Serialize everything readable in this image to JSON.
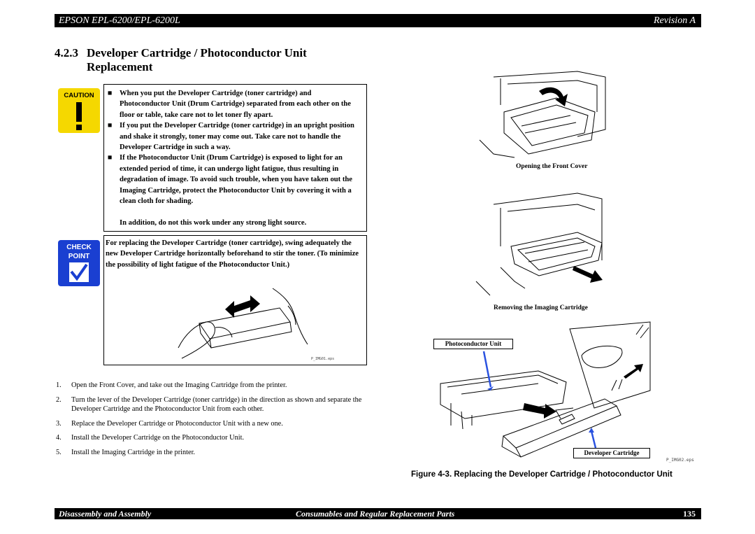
{
  "header": {
    "left": "EPSON EPL-6200/EPL-6200L",
    "right": "Revision A"
  },
  "section": {
    "number": "4.2.3",
    "title_line1": "Developer Cartridge / Photoconductor Unit",
    "title_line2": "Replacement"
  },
  "caution": {
    "icon_label": "CAUTION",
    "bullet": "■",
    "items": [
      "When you put the Developer Cartridge (toner cartridge) and Photoconductor Unit (Drum Cartridge) separated from each other on the floor or table, take care not to let toner fly apart.",
      "If you put the Developer Cartridge (toner cartridge) in an upright position and shake it strongly, toner may come out. Take care not to handle the Developer Cartridge in such a way.",
      "If the Photoconductor Unit (Drum Cartridge) is exposed to light for an extended period of time, it can undergo light fatigue, thus resulting in degradation of image. To avoid such trouble, when you have taken out the Imaging Cartridge, protect the Photoconductor Unit by covering it with a clean cloth for shading."
    ],
    "extra": "In addition, do not this work under any strong light source."
  },
  "check_point": {
    "icon_line1": "CHECK",
    "icon_line2": "POINT",
    "text": "For replacing the Developer Cartridge (toner cartridge), swing adequately the new Developer Cartridge horizontally beforehand to stir the toner. (To minimize the possibility of light fatigue of the Photoconductor Unit.)",
    "illus_file": "P_IMG01.eps"
  },
  "steps": [
    {
      "num": "1.",
      "text": "Open the Front Cover, and take out the Imaging Cartridge from the printer."
    },
    {
      "num": "2.",
      "text": "Turn the lever of the Developer Cartridge (toner cartridge) in the direction as shown and separate the Developer Cartridge and the Photoconductor Unit from each other."
    },
    {
      "num": "3.",
      "text": "Replace the Developer Cartridge or Photoconductor Unit with a new one."
    },
    {
      "num": "4.",
      "text": "Install the Developer Cartridge on the Photoconductor Unit."
    },
    {
      "num": "5.",
      "text": "Install the Imaging Cartridge in the printer."
    }
  ],
  "figures": {
    "caption_open_cover": "Opening the Front Cover",
    "caption_remove_cartridge": "Removing the Imaging Cartridge",
    "label_photoconductor": "Photoconductor Unit",
    "label_developer": "Developer Cartridge",
    "file_2": "P_IMG02.eps",
    "figure_caption": "Figure 4-3.  Replacing the Developer Cartridge / Photoconductor Unit"
  },
  "footer": {
    "left": "Disassembly and Assembly",
    "center": "Consumables and Regular Replacement Parts",
    "page": "135"
  },
  "colors": {
    "caution_yellow": "#f5d800",
    "check_blue": "#1a3fd1",
    "callout_blue": "#2a52e0"
  }
}
